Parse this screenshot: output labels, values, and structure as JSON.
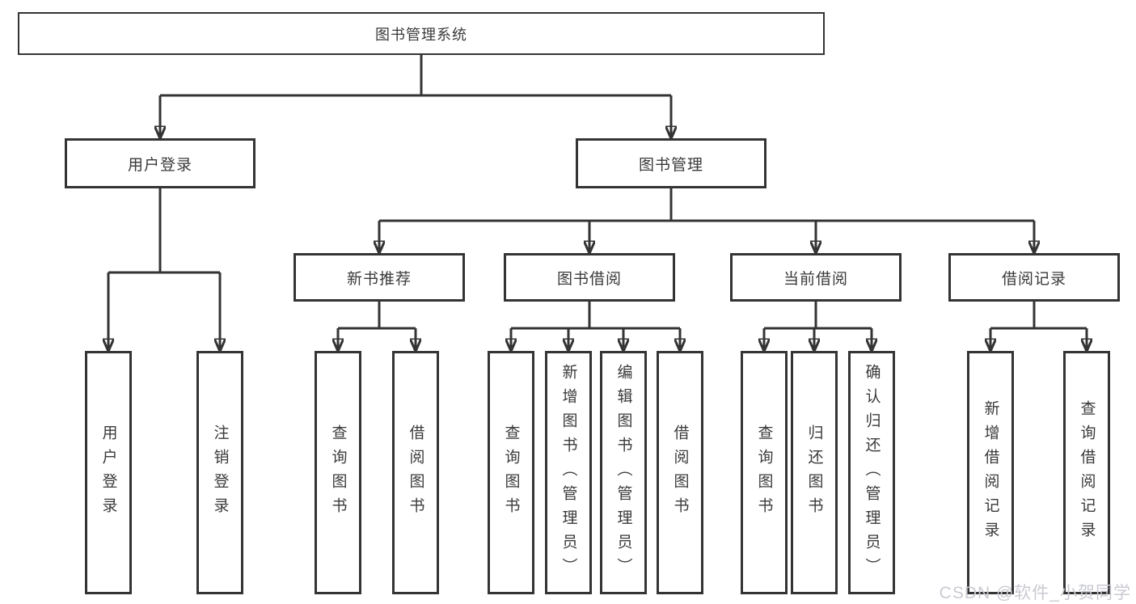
{
  "tree": {
    "label": "图书管理系统",
    "children": [
      {
        "label": "用户登录",
        "children": [
          {
            "label": "用户登录"
          },
          {
            "label": "注销登录"
          }
        ]
      },
      {
        "label": "图书管理",
        "children": [
          {
            "label": "新书推荐",
            "children": [
              {
                "label": "查询图书"
              },
              {
                "label": "借阅图书"
              }
            ]
          },
          {
            "label": "图书借阅",
            "children": [
              {
                "label": "查询图书"
              },
              {
                "label": "新增图书（管理员）"
              },
              {
                "label": "编辑图书（管理员）"
              },
              {
                "label": "借阅图书"
              }
            ]
          },
          {
            "label": "当前借阅",
            "children": [
              {
                "label": "查询图书"
              },
              {
                "label": "归还图书"
              },
              {
                "label": "确认归还（管理员）"
              }
            ]
          },
          {
            "label": "借阅记录",
            "children": [
              {
                "label": "新增借阅记录"
              },
              {
                "label": "查询借阅记录"
              }
            ]
          }
        ]
      }
    ]
  },
  "watermark": {
    "text": "CSDN @软件_小贺同学"
  },
  "colors": {
    "line": "#343434",
    "text": "#3a3a3a",
    "background": "#ffffff",
    "watermark": "#c9cad1"
  }
}
